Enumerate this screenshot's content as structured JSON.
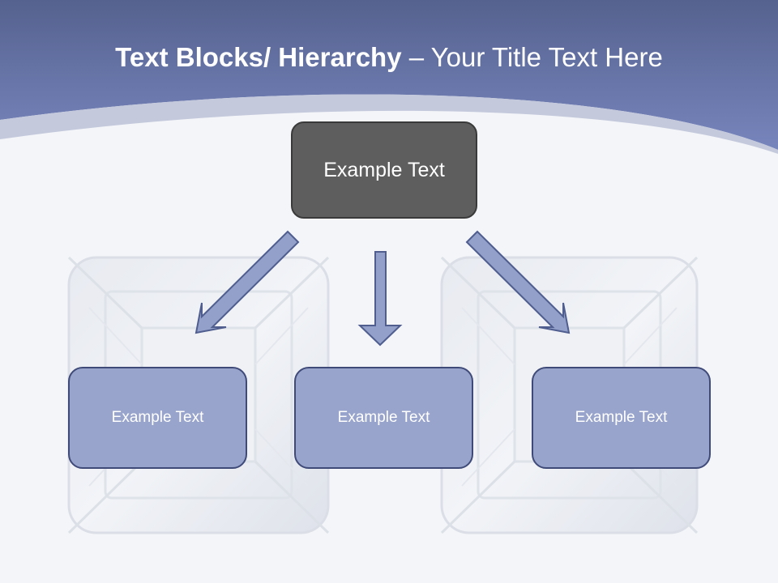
{
  "title": {
    "bold": "Text Blocks/ Hierarchy",
    "dash": " – ",
    "rest": "Your Title Text Here"
  },
  "hierarchy": {
    "top": {
      "label": "Example Text"
    },
    "children": [
      {
        "label": "Example Text"
      },
      {
        "label": "Example Text"
      },
      {
        "label": "Example Text"
      }
    ]
  },
  "colors": {
    "header_band": "#6f7db3",
    "top_box": "#5e5e5e",
    "child_box": "#98a4cb",
    "arrow_fill": "#93a0c9",
    "arrow_stroke": "#4f5d8f"
  }
}
